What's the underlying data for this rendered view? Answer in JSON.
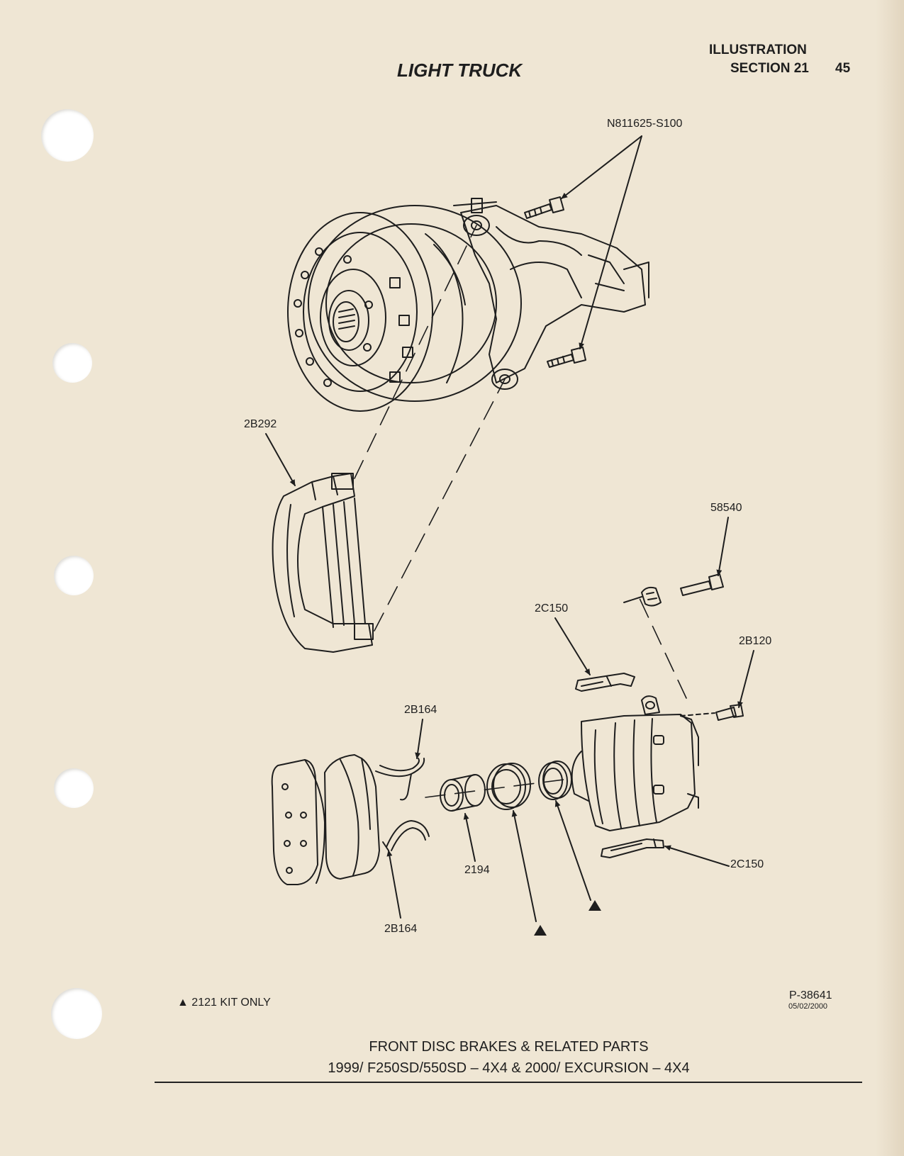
{
  "header": {
    "title": "LIGHT TRUCK",
    "illustration_label": "ILLUSTRATION",
    "section_label": "SECTION 21",
    "page_number": "45"
  },
  "callouts": {
    "bolt_top": "N811625-S100",
    "anchor_plate": "2B292",
    "pin_bolt": "58540",
    "clip_upper": "2C150",
    "bleeder": "2B120",
    "spring_upper": "2B164",
    "spring_lower": "2B164",
    "piston": "2194",
    "clip_lower": "2C150"
  },
  "legend": {
    "symbol": "▲",
    "text": "2121 KIT ONLY"
  },
  "illustration_id": {
    "number": "P-38641",
    "date": "05/02/2000"
  },
  "footer": {
    "line1": "FRONT DISC BRAKES & RELATED PARTS",
    "line2": "1999/ F250SD/550SD – 4X4 & 2000/ EXCURSION – 4X4"
  },
  "colors": {
    "paper": "#efe6d4",
    "ink": "#1e1e1e"
  }
}
